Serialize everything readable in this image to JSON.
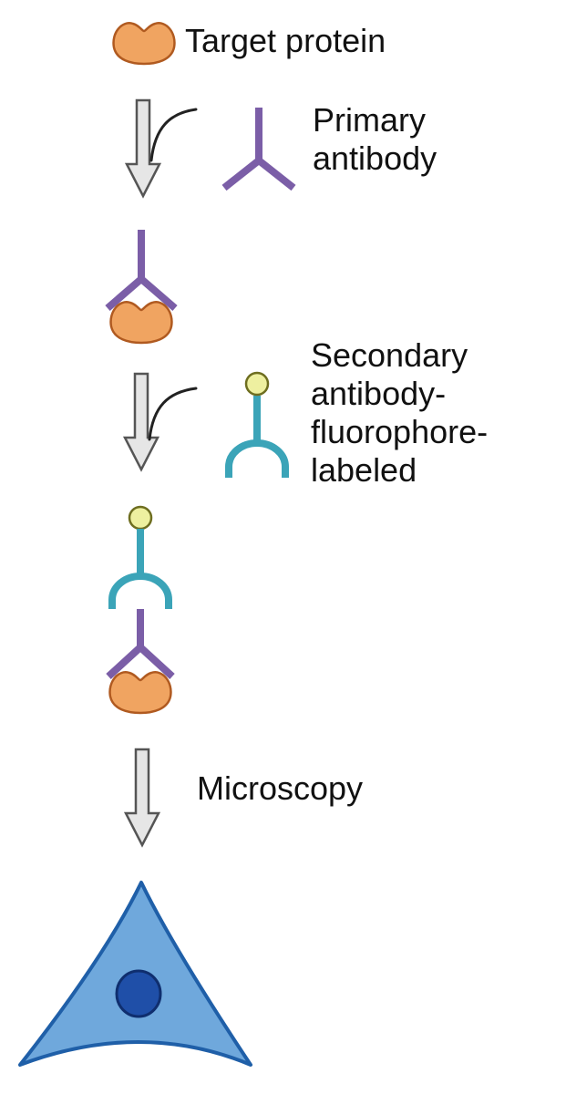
{
  "labels": {
    "target_protein": "Target protein",
    "primary_antibody": [
      "Primary",
      "antibody"
    ],
    "secondary_antibody": [
      "Secondary",
      "antibody-",
      "fluorophore-",
      "labeled"
    ],
    "microscopy": "Microscopy"
  },
  "colors": {
    "protein_fill": "#F0A461",
    "protein_stroke": "#B05A20",
    "primary_antibody": "#7B5EA7",
    "secondary_antibody": "#3BA4B8",
    "fluorophore_fill": "#EEF0A0",
    "fluorophore_stroke": "#6E6E20",
    "arrow_fill": "#E6E6E6",
    "arrow_stroke": "#555555",
    "cell_fill": "#6FA8DC",
    "cell_stroke": "#1F5FA8",
    "nucleus_fill": "#1F4FA8",
    "nucleus_stroke": "#0F2E6E"
  }
}
